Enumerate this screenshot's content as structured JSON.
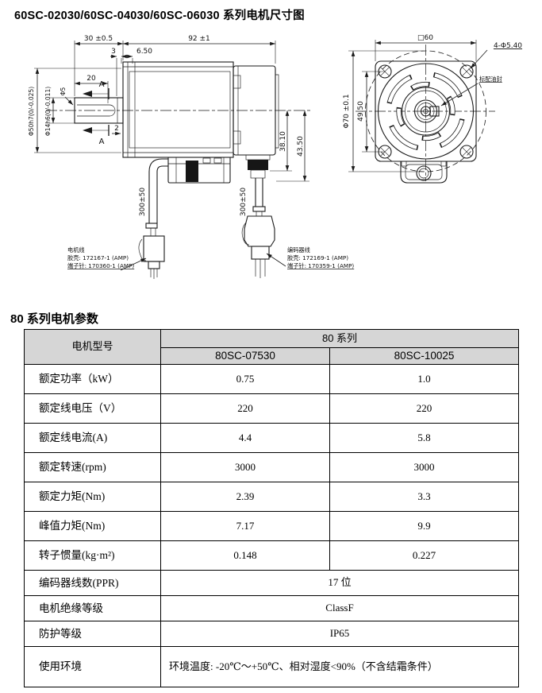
{
  "title": "60SC-02030/60SC-04030/60SC-06030 系列电机尺寸图",
  "drawing": {
    "side_view": {
      "dim_total_front": "30 ±0.5",
      "dim_body_length": "92 ±1",
      "dim_3": "3",
      "dim_6_5": "6.50",
      "dim_key_length": "20",
      "dim_key_width": "Φ5",
      "dim_shaft": "Φ14h6(0/-0.011)",
      "dim_spigot": "Φ50h7(0/-0.025)",
      "dim_2": "2",
      "section_mark": "A",
      "dim_38_10": "38.10",
      "dim_43_50": "43.50",
      "cable_length": "300±50",
      "motor_cable": {
        "line1": "电机线",
        "line2": "胶壳: 172167-1 (AMP)",
        "line3": "端子针: 170360-1 (AMP)"
      },
      "encoder_cable": {
        "line1": "编码器线",
        "line2": "胶壳: 172169-1 (AMP)",
        "line3": "端子针: 170359-1 (AMP)"
      }
    },
    "front_view": {
      "dim_flange": "□60",
      "dim_mount_holes": "4-Φ5.40",
      "oil_seal_label": "标配油封",
      "dim_hole_pitch": "49.50",
      "dim_pitch_circle": "Φ70 ±0.1"
    }
  },
  "table": {
    "title": "80 系列电机参数",
    "header_col": "电机型号",
    "header_series": "80 系列",
    "models": [
      "80SC-07530",
      "80SC-10025"
    ],
    "rows": [
      {
        "label": "额定功率（kW）",
        "v1": "0.75",
        "v2": "1.0"
      },
      {
        "label": "额定线电压（V）",
        "v1": "220",
        "v2": "220"
      },
      {
        "label": "额定线电流(A)",
        "v1": "4.4",
        "v2": "5.8"
      },
      {
        "label": "额定转速(rpm)",
        "v1": "3000",
        "v2": "3000"
      },
      {
        "label": "额定力矩(Nm)",
        "v1": "2.39",
        "v2": "3.3"
      },
      {
        "label": "峰值力矩(Nm)",
        "v1": "7.17",
        "v2": "9.9"
      },
      {
        "label": "转子惯量(kg·m²)",
        "v1": "0.148",
        "v2": "0.227"
      },
      {
        "label": "编码器线数(PPR)",
        "span": "17 位"
      },
      {
        "label": "电机绝缘等级",
        "span": "ClassF"
      },
      {
        "label": "防护等级",
        "span": "IP65"
      },
      {
        "label": "使用环境",
        "span": "环境温度: -20℃～+50℃、相对湿度<90%（不含结霜条件）",
        "align": "left"
      }
    ]
  },
  "colors": {
    "header_bg": "#d6d6d6",
    "line": "#1a1a1a"
  }
}
